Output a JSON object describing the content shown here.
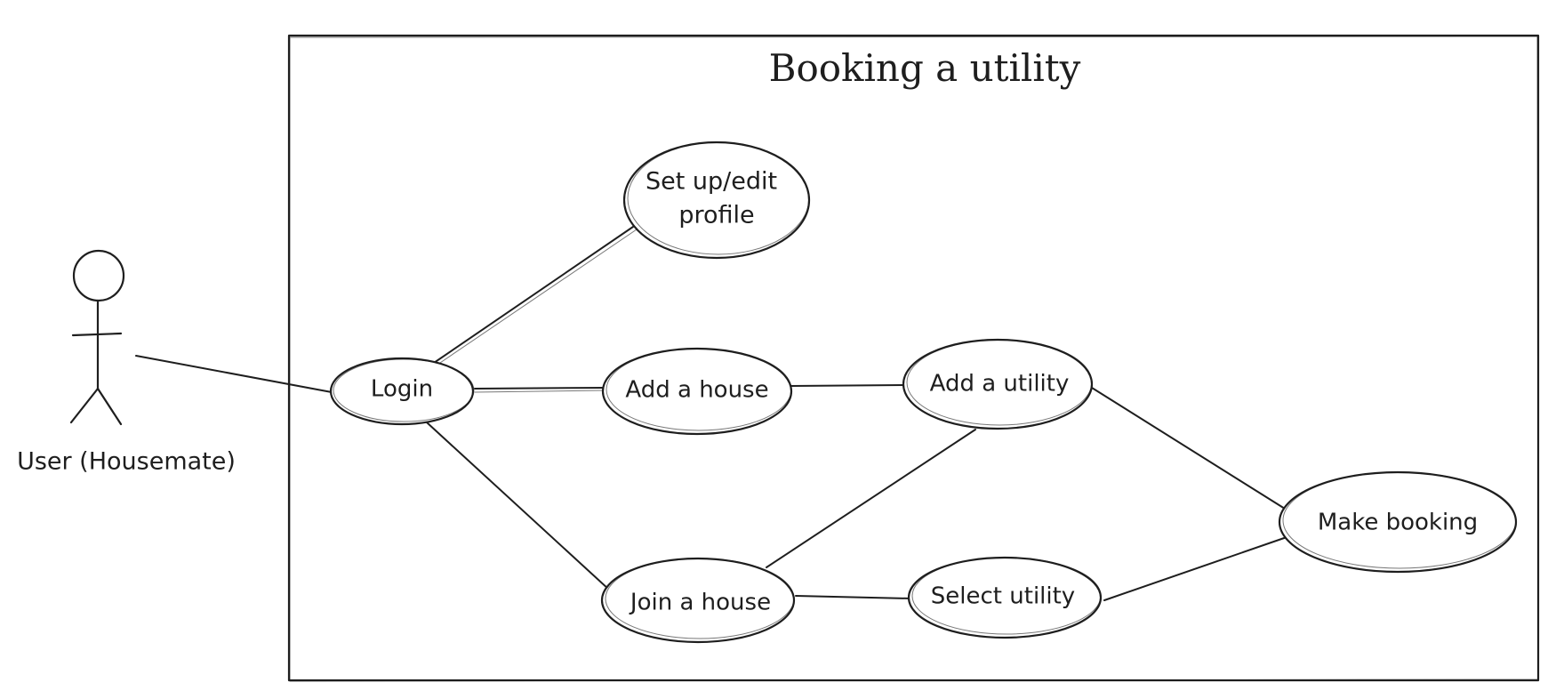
{
  "diagram": {
    "title": "Booking a utility",
    "actor": {
      "label": "User (Housemate)"
    },
    "use_cases": {
      "login": "Login",
      "setup_profile_line1": "Set up/edit",
      "setup_profile_line2": "profile",
      "add_house": "Add a house",
      "join_house": "Join a house",
      "add_utility": "Add a utility",
      "select_utility": "Select utility",
      "make_booking": "Make booking"
    },
    "colors": {
      "ink": "#1e1e1e",
      "background": "#ffffff"
    }
  }
}
